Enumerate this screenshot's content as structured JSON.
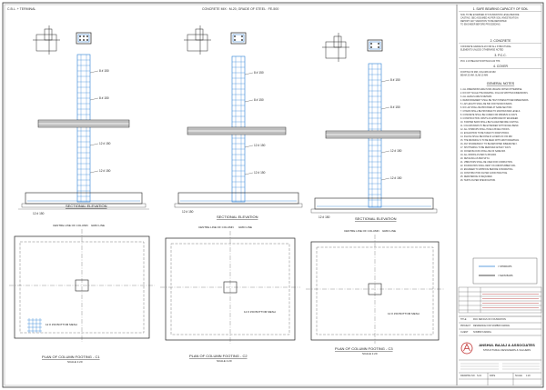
{
  "sheet": {
    "top_left_tag": "C.B.L. + TERMINAL",
    "top_center_tag": "CONCRETE MIX : M-20, GRADE OF STEEL : FE-500"
  },
  "drawings": [
    {
      "elevation_title": "SECTIONAL ELEVATION",
      "plan_title": "PLAN OF COLUMN FOOTING - C1",
      "scale": "SCALE 1:20",
      "grid_label_a": "CENTRE LINE OF COLUMN",
      "grid_label_b": "GRID LINE",
      "bar_label_1": "8 # 150",
      "bar_label_2": "8 # 150",
      "bar_label_3": "12 # 150",
      "bar_label_4": "12 # 150",
      "bottom_bar": "12 # 150",
      "mat_label": "12 # 150 BOTTOM MESH"
    },
    {
      "elevation_title": "SECTIONAL ELEVATION",
      "plan_title": "PLAN OF COLUMN FOOTING - C2",
      "scale": "SCALE 1:20",
      "grid_label_a": "CENTRE LINE OF COLUMN",
      "grid_label_b": "GRID LINE",
      "bar_label_1": "8 # 150",
      "bar_label_2": "8 # 150",
      "bar_label_3": "12 # 150",
      "bar_label_4": "12 # 150",
      "bottom_bar": "12 # 150",
      "mat_label": "12 # 150 BOTTOM MESH"
    },
    {
      "elevation_title": "SECTIONAL ELEVATION",
      "plan_title": "PLAN OF COLUMN FOOTING - C3",
      "scale": "SCALE 1:20",
      "grid_label_a": "CENTRE LINE OF COLUMN",
      "grid_label_b": "GRID LINE",
      "bar_label_1": "8 # 150",
      "bar_label_2": "8 # 150",
      "bar_label_3": "12 # 150",
      "bar_label_4": "12 # 150",
      "bottom_bar": "12 # 150",
      "mat_label": "12 # 150 BOTTOM MESH"
    }
  ],
  "notes": {
    "heading_sbc": "1. SAFE BEARING CAPACITY OF SOIL",
    "heading_concrete": "2. CONCRETE",
    "heading_pcc": "3. P.C.C.",
    "heading_cover": "4. COVER",
    "heading_general": "GENERAL NOTES",
    "sbc_lines": [
      "SOIL TO BE EXAMINED AT FOUNDATION LEVEL BEFORE",
      "CASTING. SBC ASSUMED AS PER SOIL INVESTIGATION",
      "REPORT. ANY VARIATION TO BE REPORTED",
      "TO ENGINEER BEFORE PROCEEDING."
    ],
    "concrete_lines": [
      "CONCRETE GRADE M-20 FOR ALL STRUCTURAL",
      "ELEMENTS UNLESS OTHERWISE NOTED"
    ],
    "pcc_lines": [
      "PCC 1:4:8 BELOW FOOTINGS 100 THK"
    ],
    "cover_lines": [
      "FOOTING 50 MM, COLUMN 40 MM",
      "BEAM 25 MM, SLAB 15 MM"
    ],
    "general_lines": [
      "1. ALL DIMENSIONS ARE IN MM UNLESS NOTED OTHERWISE.",
      "2. DO NOT SCALE THE DRAWING. FOLLOW WRITTEN DIMENSIONS.",
      "3. ALL LEVELS ARE IN METERS.",
      "4. REINFORCEMENT SHALL BE HIGH STRENGTH DEFORMED BARS.",
      "5. LAP LENGTH SHALL BE 50D FOR TENSION BARS.",
      "6. NO LAP SHALL BE PROVIDED AT SAME SECTION.",
      "7. CHAIRS SHALL BE PROVIDED TO MAINTAIN BAR LEVELS.",
      "8. CONCRETE SHALL BE CURED FOR MINIMUM 14 DAYS.",
      "9. CONSTRUCTION JOINTS AS APPROVED BY ENGINEER.",
      "10. STARTER BARS SHALL BE PLACED BEFORE CASTING.",
      "11. COLUMN BARS TO BE EXTENDED WITH 90 DEG BEND.",
      "12. ALL STIRRUPS SHALL HAVE 135 DEG HOOKS.",
      "13. EXCAVATION TO BE TAKEN TO FIRM STRATA.",
      "14. FILLING SHALL BE DONE IN LAYERS OF 150 MM.",
      "15. THE DRAWING IS TO BE READ WITH ARCH DRAWINGS.",
      "16. ANY DISCREPANCY TO BE REPORTED IMMEDIATELY.",
      "17. SHUTTERING TO BE REMOVED AFTER 7 DAYS.",
      "18. COVER BLOCKS SHALL BE OF SAME MIX.",
      "19. ALL WORKS AS PER IS 456:2000.",
      "20. DETAILING AS PER SP 34.",
      "21. VIBRATORS SHALL BE USED FOR COMPACTION.",
      "22. FOUNDATION SHALL REST ON UNDISTURBED SOIL.",
      "23. ENGINEER TO APPROVE BEFORE CONCRETING.",
      "24. CONSTRUCTION AS PER GOOD PRACTICE.",
      "25. DEWATERING IF REQUIRED.",
      "26. TESTS AS PER SPECIFICATION."
    ]
  },
  "legend": {
    "line_1": "= STIRRUPS",
    "line_2": "= MAIN BARS"
  },
  "title_block": {
    "firm_name": "ANSHUL BAJAJ & ASSOCIATES",
    "firm_tagline": "STRUCTURAL DESIGNERS & VALUERS",
    "project_label": "PROJECT",
    "project_value": "RESIDENCE FOR SOMBIR KARWAL",
    "client_label": "CLIENT",
    "client_value": "SOMBIR KARWAL",
    "title_label": "TITLE",
    "title_value": "RCC DETAILS OF FOUNDATION",
    "drawing_label": "DRAWING NO.",
    "drawing_value": "S-01",
    "date_label": "DATE",
    "date_value": "",
    "scale_label": "SCALE",
    "scale_value": "1:20"
  }
}
